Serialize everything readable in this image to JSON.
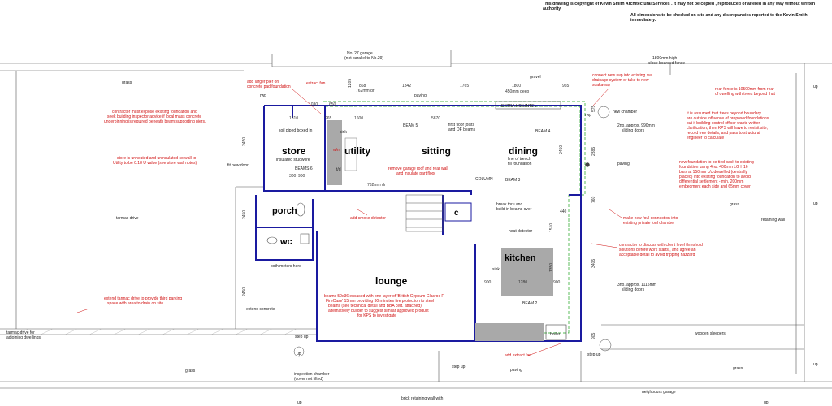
{
  "header": {
    "copyright": "This drawing is copyright of Kevin Smith Architectural Services . It may not be copied , reproduced or altered in any way without written authority.",
    "dimensions_note": "All dimensions to be checked on site and any discrepancies reported to the Kevin Smith immediately."
  },
  "rooms": {
    "store": "store",
    "utility": "utility",
    "sitting": "sitting",
    "dining": "dining",
    "porch": "porch",
    "wc": "wc",
    "c": "c",
    "kitchen": "kitchen",
    "lounge": "lounge"
  },
  "site": {
    "garage_27_line1": "No. 27 garage",
    "garage_27_line2": "(not parallel to No.29)",
    "fence_line1": "1800mm high",
    "fence_line2": "close boarded fence",
    "grass_nw": "grass",
    "gravel": "gravel",
    "paving_top": "paving",
    "paving_right": "paving",
    "paving_bottom": "paving",
    "tarmac_drive": "tarmac drive",
    "tarmac_adjoining_line1": "tarmac drive for",
    "tarmac_adjoining_line2": "adjoining dwellings",
    "grass_bottom": "grass",
    "grass_right": "grass",
    "grass_bottom_right": "grass",
    "retaining_wall": "retaining wall",
    "wooden_sleepers": "wooden sleepers",
    "neighbours_garage": "neighbours garage",
    "inspection_line1": "inspection chamber",
    "inspection_line2": "(cover not lifted)",
    "brick_wall": "brick retaining wall with",
    "step_up_left": "step up",
    "step_up_bottom": "step up",
    "step_up_right": "step up",
    "up_1": "up",
    "up_2": "up",
    "up_3": "up",
    "up_4": "up",
    "up_5": "up",
    "up_6": "up"
  },
  "dimensions": {
    "d868": "868",
    "d1842": "1842",
    "d1765": "1765",
    "d1800": "1800",
    "d955": "955",
    "d450": "450mm deep",
    "d762": "762mm dr",
    "d762b": "762mm dr",
    "d1810": "1810",
    "d965": "965",
    "d1600": "1600",
    "d5870": "5870",
    "d2450a": "2450",
    "d2450b": "2450",
    "d2450c": "2450",
    "d2450d": "2450",
    "d1205": "1205",
    "d2385": "2385",
    "d760": "760",
    "d440": "440",
    "d1510": "1510",
    "d1350": "1350",
    "d3405": "3405",
    "d900a": "900",
    "d1280": "1280",
    "d900b": "900",
    "d905": "905",
    "d300": "300",
    "d900c": "900",
    "d575": "575",
    "d650": "650",
    "d1030": "1030"
  },
  "labels": {
    "rwp_top": "rwp",
    "rwp_right": "rwp",
    "sink_utility": "sink",
    "sink_kitchen": "sink",
    "wm": "w/m",
    "td": "t/d",
    "beam5": "BEAM 5",
    "beam4": "BEAM 4",
    "beam3": "BEAM 3",
    "beam6": "BEAMS 6",
    "beam2": "BEAM 2",
    "column": "COLUMN",
    "extra_hd_lintel": "EXTRA HD LINTEL",
    "boiler": "boiler",
    "new_chamber": "new chamber",
    "heat_detector": "heat detector",
    "meters": "both meters here",
    "first_floor_line1": "first floor joists",
    "first_floor_line2": "and OF beams",
    "trench_line1": "line of trench",
    "trench_line2": "fill foundation",
    "studwork": "insulated studwork",
    "soil_pipe": "soil piped boxed in",
    "fit_new_door": "fit new door",
    "extend_concrete": "extend concrete",
    "break_thru_line1": "break thru and",
    "break_thru_line2": "build in beams over",
    "sliding_doors_1_line1": "2no. approx. 990mm",
    "sliding_doors_1_line2": "sliding doors",
    "sliding_doors_2_line1": "3no. approx. 1115mm",
    "sliding_doors_2_line2": "sliding doors"
  },
  "red_notes": {
    "pier_line1": "add larger pier on",
    "pier_line2": "concrete pad foundation",
    "extract_fan_top": "extract fan",
    "rwp_connect_line1": "connect new rwp into existing sw",
    "rwp_connect_line2": "drainage system or take to new",
    "rwp_connect_line3": "soakaway",
    "contractor_line1": "contractor must expose existing foundation and",
    "contractor_line2": "seek building inspector advice if local mass concrete",
    "contractor_line3": "underpinning is required beneath beam supporting piers.",
    "store_line1": "store is unheated and uninsulated so wall to",
    "store_line2": "Utility to be 0.18 U value (see store wall notes)",
    "garage_roof_line1": "remove garage roof and rear wall",
    "garage_roof_line2": "and insulate part floor",
    "smoke_detector": "add smoke detector",
    "foul_line1": "make new foul connection into",
    "foul_line2": "existing private foul chamber",
    "threshold_line1": "contractor to discuss with client level threshold",
    "threshold_line2": "solutions before work starts , and agree an",
    "threshold_line3": "acceptable detail to avoid tripping hazzard",
    "tarmac_line1": "extend tarmac drive to provide third parking",
    "tarmac_line2": "space with area to drain on site",
    "beams_line1": "beams 50x36 encased with one layer of 'British Gypsum Glasroc F",
    "beams_line2": "FireCase' 15mm providing 30 minutes fire protection to steel",
    "beams_line3": "beams (see technical detail and BBA cert. attached).",
    "beams_line4": "alternatively builder to suggest similar approved product",
    "beams_line5": "for KPS to investigate",
    "extract_fan_bottom": "add extract fan",
    "rear_fence_line1": "rear fence is 10500mm from rear",
    "rear_fence_line2": "of dwelling with trees beyond that",
    "trees_line1": "It is assumed that trees beyond boundary",
    "trees_line2": "are outside influence of proposed foundations",
    "trees_line3": "but if building control officer wants written",
    "trees_line4": "clarification, then KPS will have to revisit site,",
    "trees_line5": "record tree details, and pass to structural",
    "trees_line6": "engineer to calculate",
    "tied_line1": "new foundation to be tied back to existing",
    "tied_line2": "foundation using 4no. 400mm LG H16",
    "tied_line3": "bars at 150mm c/c dowelled (centrally",
    "tied_line4": "placed) into existing foundation to avoid",
    "tied_line5": "differential settlement - min. 200mm",
    "tied_line6": "embedment each side and 65mm cover"
  },
  "colors": {
    "wall": "#1a1aa0",
    "red_annotation": "#d01010",
    "foundation_green": "#19a119",
    "hatch_grey": "#a9a9a9"
  }
}
